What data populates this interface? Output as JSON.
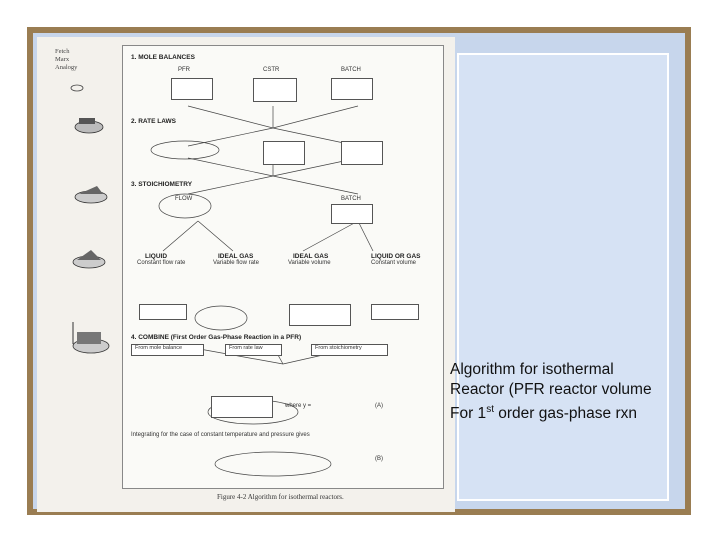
{
  "caption": {
    "line1": "Algorithm for isothermal",
    "line2": "Reactor (PFR reactor volume",
    "line3_prefix": "For 1",
    "line3_sup": "st",
    "line3_suffix": " order gas-phase rxn"
  },
  "sidebar": {
    "analogy": [
      "Fetch",
      "Marx",
      "Analogy"
    ]
  },
  "figure": {
    "step1": "1. MOLE BALANCES",
    "step2": "2. RATE LAWS",
    "step3": "3. STOICHIOMETRY",
    "step4": "4. COMBINE (First Order Gas-Phase Reaction in a PFR)",
    "pfr": "PFR",
    "cstr": "CSTR",
    "batch": "BATCH",
    "flow": "FLOW",
    "batch2": "BATCH",
    "liquid": "LIQUID",
    "liquid_sub": "Constant flow rate",
    "ideal_gas_1": "IDEAL GAS",
    "ideal_gas_1_sub": "Variable flow rate",
    "ideal_gas_2": "IDEAL GAS",
    "ideal_gas_2_sub": "Variable volume",
    "liquid_gas": "LIQUID OR GAS",
    "liquid_gas_sub": "Constant volume",
    "from_mb": "From mole balance",
    "from_rl": "From rate law",
    "from_st": "From stoichiometry",
    "integrating": "Integrating for the case of constant temperature and pressure gives",
    "where": "where y =",
    "label_a": "(A)",
    "label_b": "(B)",
    "fig_caption": "Figure 4-2   Algorithm for isothermal reactors."
  }
}
